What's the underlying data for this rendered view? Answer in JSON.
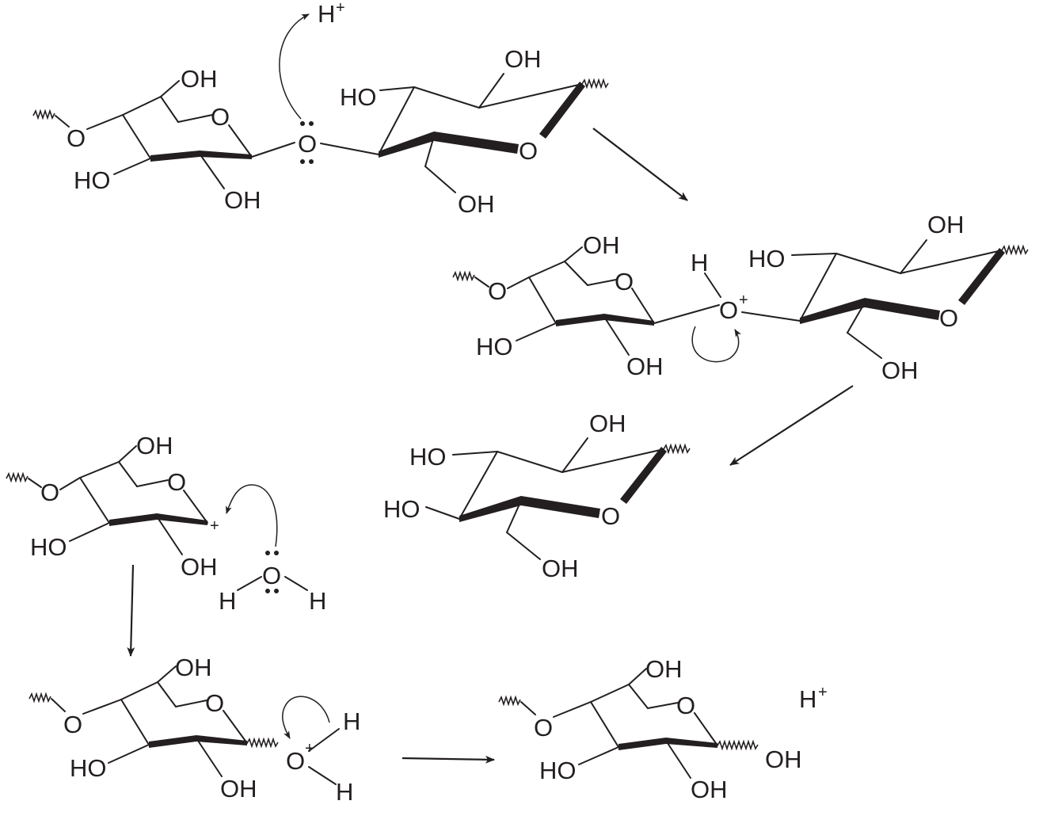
{
  "labels": {
    "oh": "OH",
    "ho": "HO",
    "o": "O",
    "h": "H",
    "plus": "+"
  }
}
